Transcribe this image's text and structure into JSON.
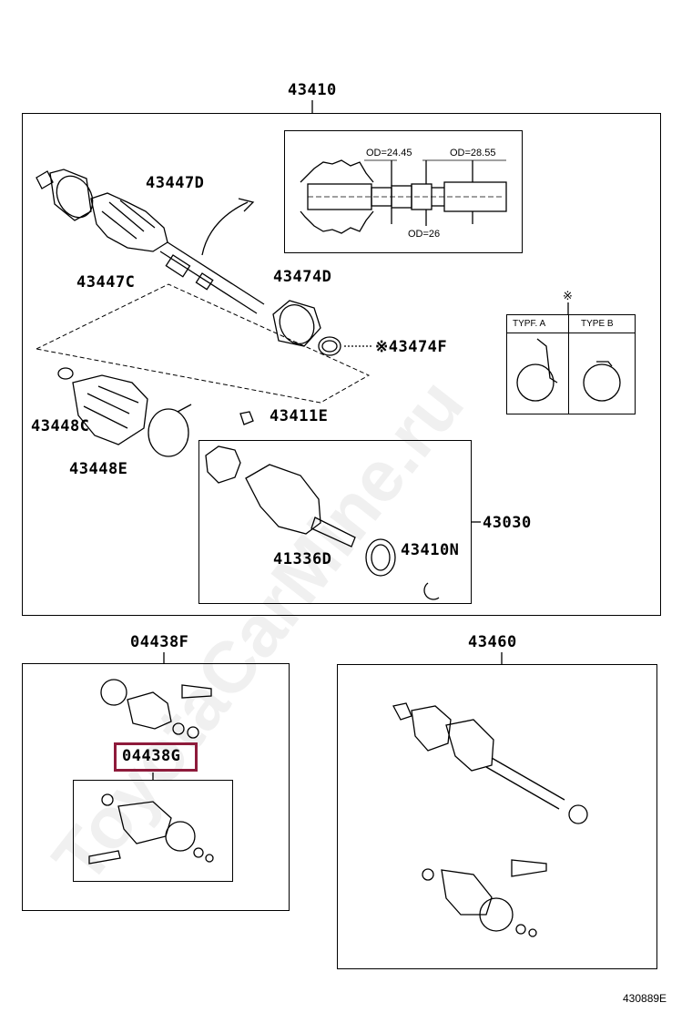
{
  "labels": {
    "assy_top": "43410",
    "boot_outer_clamp": "43447D",
    "boot_outer": "43447C",
    "damper": "43474D",
    "snap_ring": "※43474F",
    "clamp_inner": "43448C",
    "boot_inner": "43448E",
    "snap_ring_b": "43411E",
    "inboard_joint": "43030",
    "dust_seal": "41336D",
    "seal": "43410N",
    "kit_left": "04438F",
    "kit_highlight": "04438G",
    "assy_right": "43460"
  },
  "detail": {
    "od_left": "OD=24.45",
    "od_right": "OD=28.55",
    "od_bottom": "OD=26"
  },
  "types": {
    "mark": "※",
    "type_a": "TYPF. A",
    "type_b": "TYPE B"
  },
  "watermark": "ToyotaCarMine.ru",
  "figure_id": "430889E",
  "colors": {
    "highlight": "#8e1b3b"
  }
}
